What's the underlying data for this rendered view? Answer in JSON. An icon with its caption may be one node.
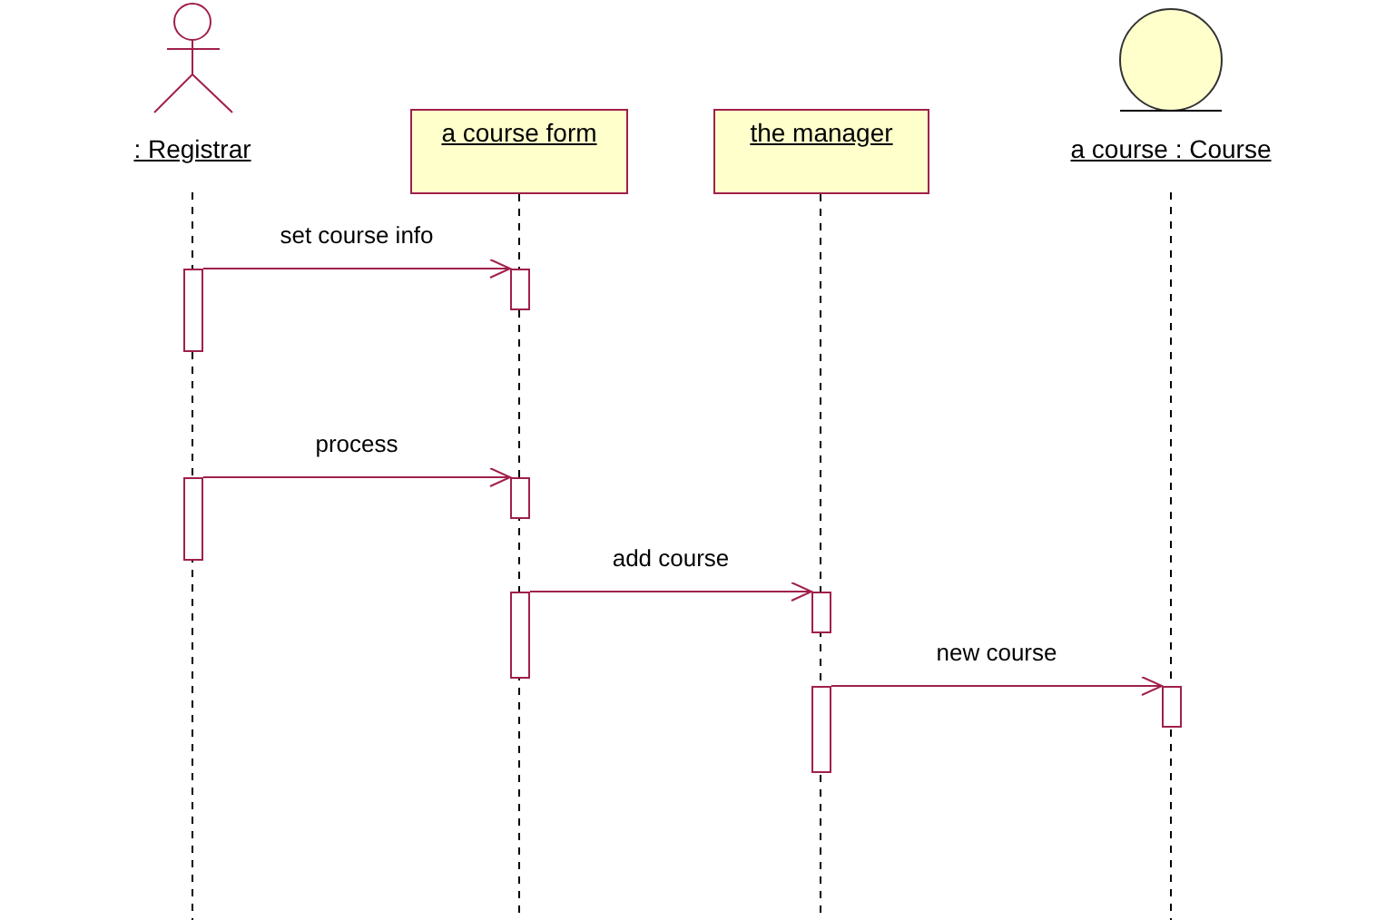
{
  "diagram": {
    "nodes": [
      {
        "text": [
          ": Registrar"
        ]
      },
      {
        "text": [
          "a course form"
        ]
      },
      {
        "text": [
          "the manager"
        ]
      },
      {
        "text": [
          "a course : Course"
        ]
      },
      {
        "text": [],
        "shape": "bar"
      },
      {
        "text": [],
        "shape": "bar"
      },
      {
        "text": [],
        "shape": "bar"
      },
      {
        "text": [],
        "shape": "bar"
      },
      {
        "text": [],
        "shape": "bar"
      },
      {
        "text": [],
        "shape": "bar"
      },
      {
        "text": [],
        "shape": "bar"
      },
      {
        "text": [],
        "shape": "bar"
      }
    ],
    "edges": [
      {
        "from": 4,
        "to": 5,
        "arrow": "to",
        "label": "set course info"
      },
      {
        "from": 6,
        "to": 7,
        "arrow": "to",
        "label": "process"
      },
      {
        "from": 8,
        "to": 9,
        "arrow": "to",
        "label": "add course"
      },
      {
        "from": 10,
        "to": 11,
        "arrow": "to",
        "label": "new course"
      }
    ]
  }
}
